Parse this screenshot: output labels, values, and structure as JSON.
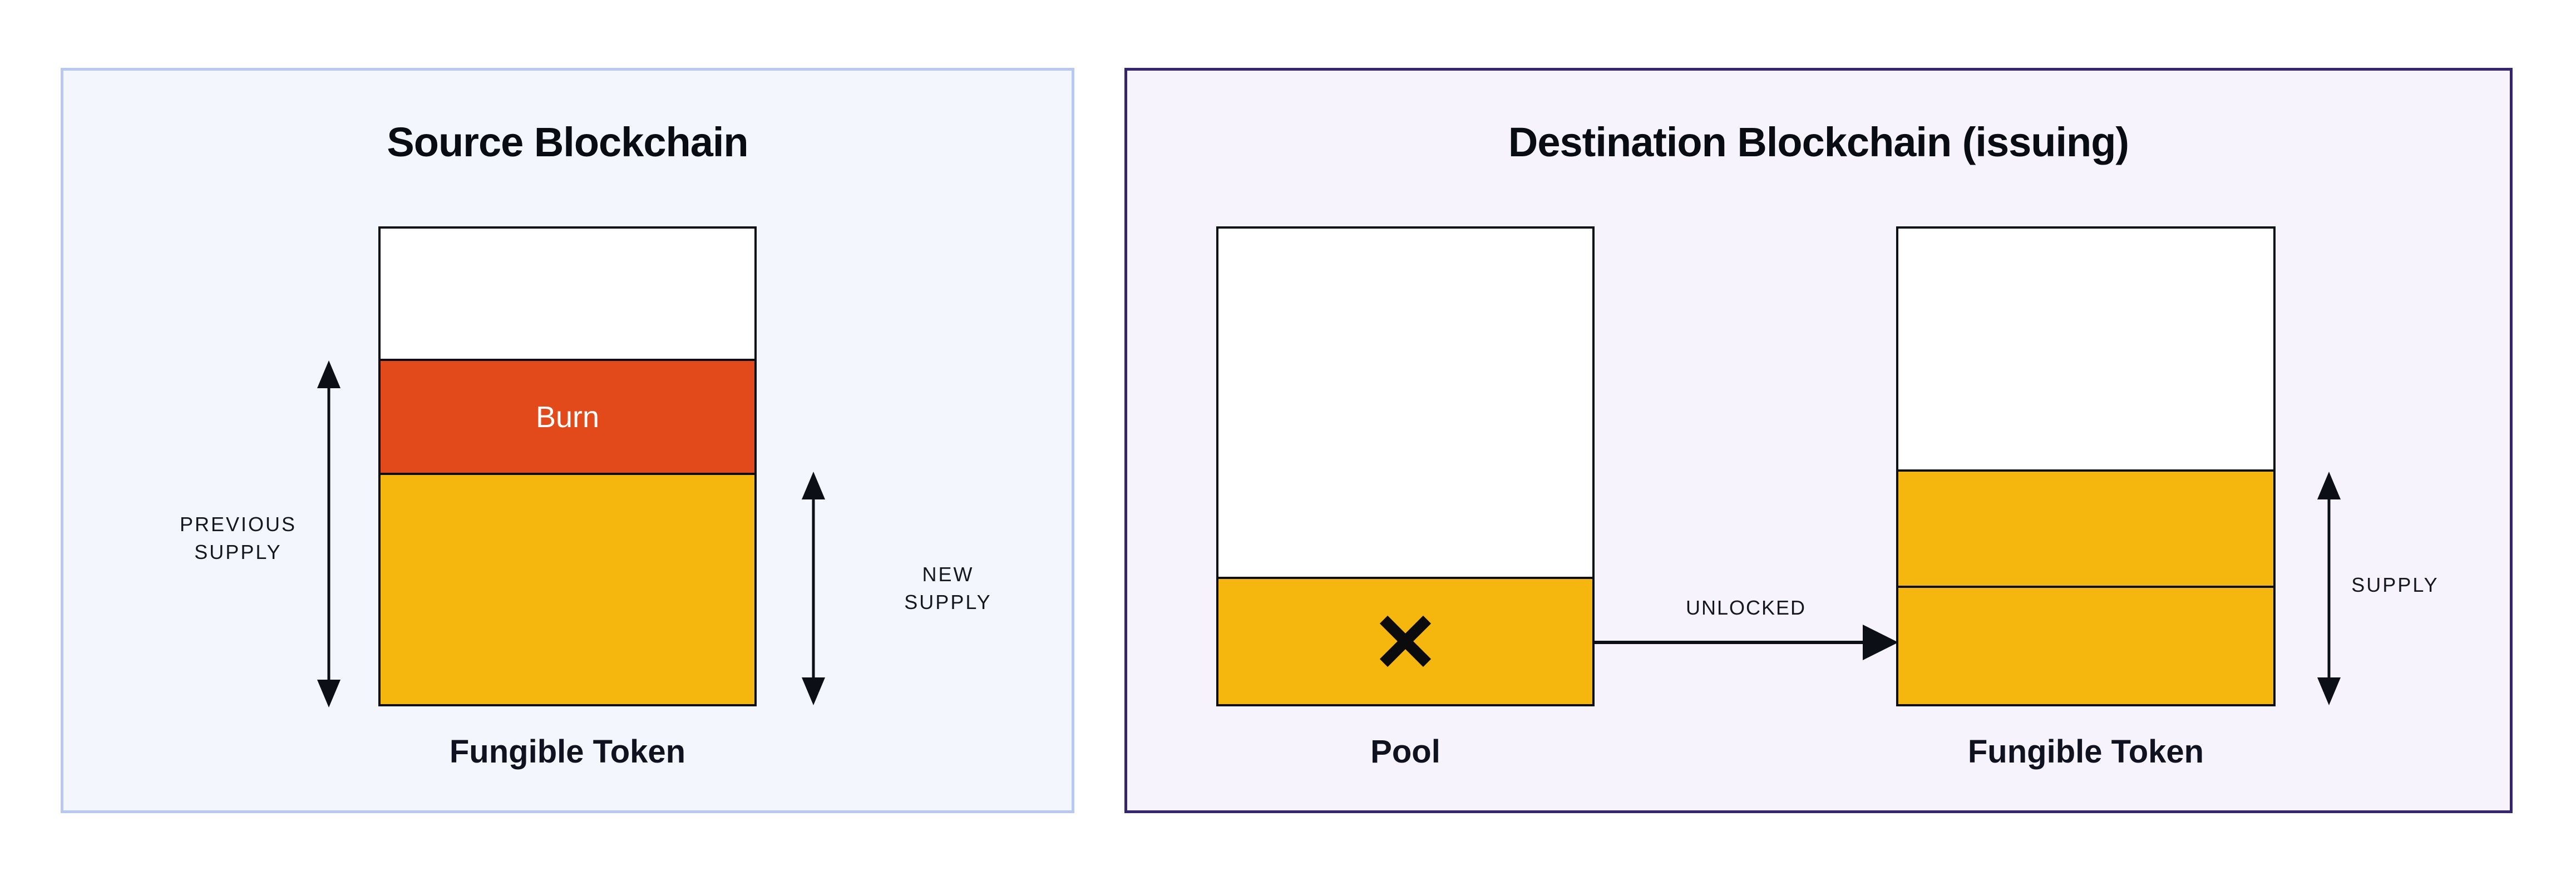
{
  "figure_title": "Fungible token burn-and-unlock bridge diagram",
  "colors": {
    "yellow_supply": "#f5b70d",
    "burn_orange": "#e2491b",
    "bar_white": "#ffffff",
    "bar_border": "#0d0f16",
    "arrow_black": "#0d0f16",
    "source_panel_bg": "#f3f6fd",
    "source_panel_border": "#b7c9f1",
    "dest_panel_bg": "#f6f3fc",
    "dest_panel_border": "#352470"
  },
  "icons": {
    "x_mark": "x-mark-icon",
    "double_arrow_vertical": "double-arrow-vertical-icon",
    "arrow_right": "arrow-right-icon"
  },
  "panels": {
    "source": {
      "title": "Source Blockchain",
      "bar_caption": "Fungible Token",
      "previous_supply_label": [
        "PREVIOUS",
        "SUPPLY"
      ],
      "new_supply_label": [
        "NEW",
        "SUPPLY"
      ],
      "bar": {
        "segments": [
          {
            "name": "empty-headroom",
            "label": "",
            "height": "27.4%",
            "color": "#ffffff"
          },
          {
            "name": "burn",
            "label": "Burn",
            "height": "24%",
            "color": "#e2491b"
          },
          {
            "name": "new-supply",
            "label": "",
            "height": "48.6%",
            "color": "#f5b70d"
          }
        ]
      }
    },
    "destination": {
      "title": "Destination Blockchain (issuing)",
      "pool_caption": "Pool",
      "token_caption": "Fungible Token",
      "unlocked_label": "UNLOCKED",
      "supply_label": "SUPPLY",
      "pool_bar": {
        "segments": [
          {
            "name": "empty-headroom",
            "label": "",
            "height": "73.2%",
            "color": "#ffffff"
          },
          {
            "name": "removed-locked-tokens",
            "label": "",
            "height": "26.8%",
            "color": "#f5b70d"
          }
        ]
      },
      "token_bar": {
        "segments": [
          {
            "name": "empty-headroom",
            "label": "",
            "height": "50.6%",
            "color": "#ffffff"
          },
          {
            "name": "existing-supply",
            "label": "",
            "height": "24.5%",
            "color": "#f5b70d"
          },
          {
            "name": "unlocked-supply",
            "label": "",
            "height": "24.9%",
            "color": "#f5b70d"
          }
        ]
      }
    }
  }
}
